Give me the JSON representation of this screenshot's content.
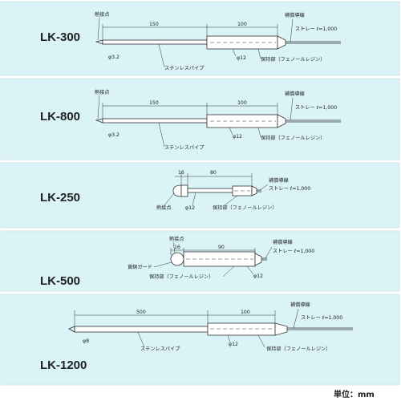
{
  "models": {
    "lk300": {
      "name": "LK-300",
      "hot_junction": "熱接点",
      "dim_pipe": "150",
      "dim_holder": "100",
      "lead_label": "補償導線",
      "lead_spec": "ストレー ℓ=1,000",
      "pipe_dia": "φ3.2",
      "holder_dia": "φ12",
      "pipe_label": "ステンレスパイプ",
      "holder_label": "保持部（フェノールレジン）"
    },
    "lk800": {
      "name": "LK-800",
      "hot_junction": "熱接点",
      "dim_pipe": "150",
      "dim_holder": "100",
      "lead_label": "補償導線",
      "lead_spec": "ストレー ℓ=1,000",
      "pipe_dia": "φ3.2",
      "holder_dia": "φ12",
      "pipe_label": "ステンレスパイプ",
      "holder_label": "保持部（フェノールレジン）"
    },
    "lk250": {
      "name": "LK-250",
      "hot_junction": "熱接点",
      "dim_head": "16",
      "dim_holder": "80",
      "lead_label": "補償導線",
      "lead_spec": "ストレー ℓ=1,000",
      "holder_dia": "φ12",
      "holder_label": "保持部（フェノールレジン）"
    },
    "lk500": {
      "name": "LK-500",
      "hot_junction": "熱接点",
      "dim_head": "16",
      "dim_holder": "90",
      "lead_label": "補償導線",
      "lead_spec": "ストレー ℓ=1,000",
      "guard_label": "黄銅ガード",
      "holder_dia": "φ12",
      "holder_label": "保持部（フェノールレジン）"
    },
    "lk1200": {
      "name": "LK-1200",
      "dim_pipe": "500",
      "dim_holder": "100",
      "lead_label": "補償導線",
      "lead_spec": "ストレー ℓ=1,000",
      "pipe_dia": "φ8",
      "holder_dia": "φ12",
      "pipe_label": "ステンレスパイプ",
      "holder_label": "保持部（フェノールレジン）"
    }
  },
  "unit_label": "単位：mm",
  "colors": {
    "panel": "#d9f3f6",
    "line": "#333333"
  }
}
